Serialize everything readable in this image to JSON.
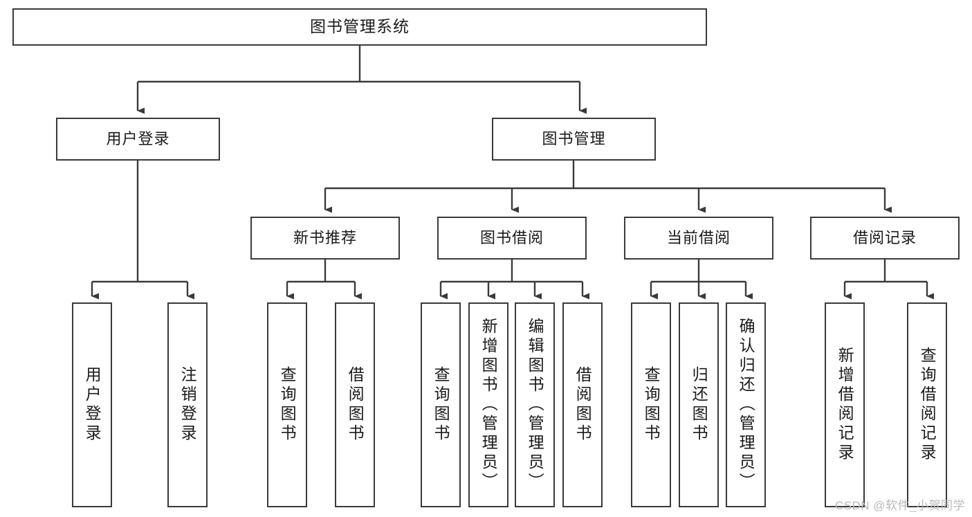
{
  "diagram": {
    "title": "图书管理系统",
    "type": "hierarchy-tree",
    "levels": 4,
    "colors": {
      "stroke": "#3a3a3a",
      "fill": "#ffffff",
      "text": "#1a1a1a",
      "watermark": "#b9b9b9"
    },
    "root": {
      "label": "图书管理系统"
    },
    "level2": [
      {
        "label": "用户登录"
      },
      {
        "label": "图书管理"
      }
    ],
    "level3": [
      {
        "label": "新书推荐"
      },
      {
        "label": "图书借阅"
      },
      {
        "label": "当前借阅"
      },
      {
        "label": "借阅记录"
      }
    ],
    "leaves": {
      "user_login": [
        {
          "label": "用户登录"
        },
        {
          "label": "注销登录"
        }
      ],
      "new_book_recommend": [
        {
          "label": "查询图书"
        },
        {
          "label": "借阅图书"
        }
      ],
      "book_borrow": [
        {
          "label": "查询图书"
        },
        {
          "label": "新增图书（管理员）"
        },
        {
          "label": "编辑图书（管理员）"
        },
        {
          "label": "借阅图书"
        }
      ],
      "current_borrow": [
        {
          "label": "查询图书"
        },
        {
          "label": "归还图书"
        },
        {
          "label": "确认归还（管理员）"
        }
      ],
      "borrow_record": [
        {
          "label": "新增借阅记录"
        },
        {
          "label": "查询借阅记录"
        }
      ]
    }
  },
  "watermark": {
    "text": "CSDN @软件_小贺同学"
  }
}
